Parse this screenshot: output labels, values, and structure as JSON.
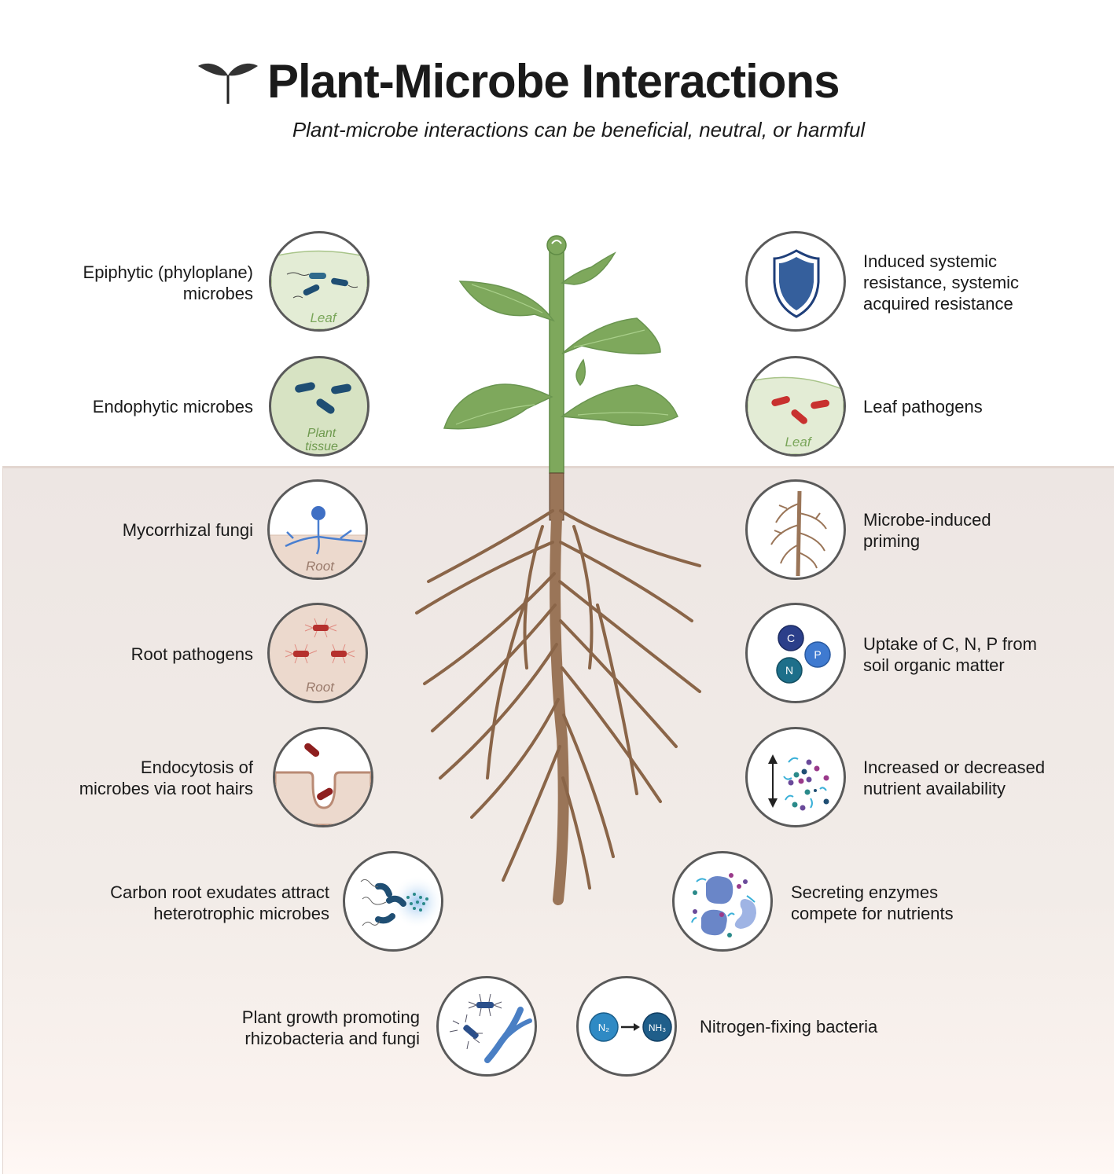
{
  "header": {
    "title": "Plant-Microbe Interactions",
    "subtitle": "Plant-microbe interactions can be beneficial, neutral, or harmful",
    "logo_icon": "sprout-icon"
  },
  "zones": {
    "above_ground": "air",
    "below_ground": "soil"
  },
  "left_items": [
    {
      "id": "epiphytic",
      "label_lines": [
        "Epiphytic (phyloplane)",
        "microbes"
      ],
      "circle_caption": "Leaf",
      "icon": "leaf-surface-bacteria-icon"
    },
    {
      "id": "endophytic",
      "label_lines": [
        "Endophytic microbes"
      ],
      "circle_caption": [
        "Plant",
        "tissue"
      ],
      "icon": "tissue-bacteria-icon"
    },
    {
      "id": "mycorrhizal",
      "label_lines": [
        "Mycorrhizal fungi"
      ],
      "circle_caption": "Root",
      "icon": "mycorrhizal-fungi-icon"
    },
    {
      "id": "root-pathogens",
      "label_lines": [
        "Root pathogens"
      ],
      "circle_caption": "Root",
      "icon": "root-pathogen-icon"
    },
    {
      "id": "endocytosis",
      "label_lines": [
        "Endocytosis of",
        "microbes via root hairs"
      ],
      "icon": "endocytosis-icon"
    },
    {
      "id": "carbon-exudates",
      "label_lines": [
        "Carbon root exudates attract",
        "heterotrophic microbes"
      ],
      "icon": "exudate-microbes-icon"
    },
    {
      "id": "pgpr",
      "label_lines": [
        "Plant growth promoting",
        "rhizobacteria and fungi"
      ],
      "icon": "rhizobacteria-fungi-icon"
    }
  ],
  "right_items": [
    {
      "id": "isr-sar",
      "label_lines": [
        "Induced systemic",
        "resistance, systemic",
        "acquired resistance"
      ],
      "icon": "shield-icon"
    },
    {
      "id": "leaf-pathogens",
      "label_lines": [
        "Leaf pathogens"
      ],
      "circle_caption": "Leaf",
      "icon": "leaf-pathogen-icon"
    },
    {
      "id": "priming",
      "label_lines": [
        "Microbe-induced",
        "priming"
      ],
      "icon": "root-icon"
    },
    {
      "id": "uptake",
      "label_lines": [
        "Uptake of C, N, P from",
        "soil organic matter"
      ],
      "icon": "nutrient-spheres-icon",
      "nutrients": [
        "C",
        "P",
        "N"
      ]
    },
    {
      "id": "availability",
      "label_lines": [
        "Increased or decreased",
        "nutrient availability"
      ],
      "icon": "nutrient-availability-icon"
    },
    {
      "id": "enzymes",
      "label_lines": [
        "Secreting enzymes",
        "compete for nutrients"
      ],
      "icon": "enzymes-icon"
    },
    {
      "id": "n-fixing",
      "label_lines": [
        "Nitrogen-fixing bacteria"
      ],
      "icon": "nitrogen-fixation-icon",
      "reaction": {
        "from": "N₂",
        "to": "NH₃"
      }
    }
  ],
  "colors": {
    "leaf_green": "#7aa65a",
    "leaf_bg": "#e3ecd5",
    "tissue_bg": "#d7e3c3",
    "root_brown": "#9a7558",
    "root_bg": "#ecd9cd",
    "bacteria_blue": "#1f4e73",
    "pathogen_red": "#c8312f",
    "soil_bg": "#ede6e3",
    "circle_border": "#5a5a5a"
  }
}
